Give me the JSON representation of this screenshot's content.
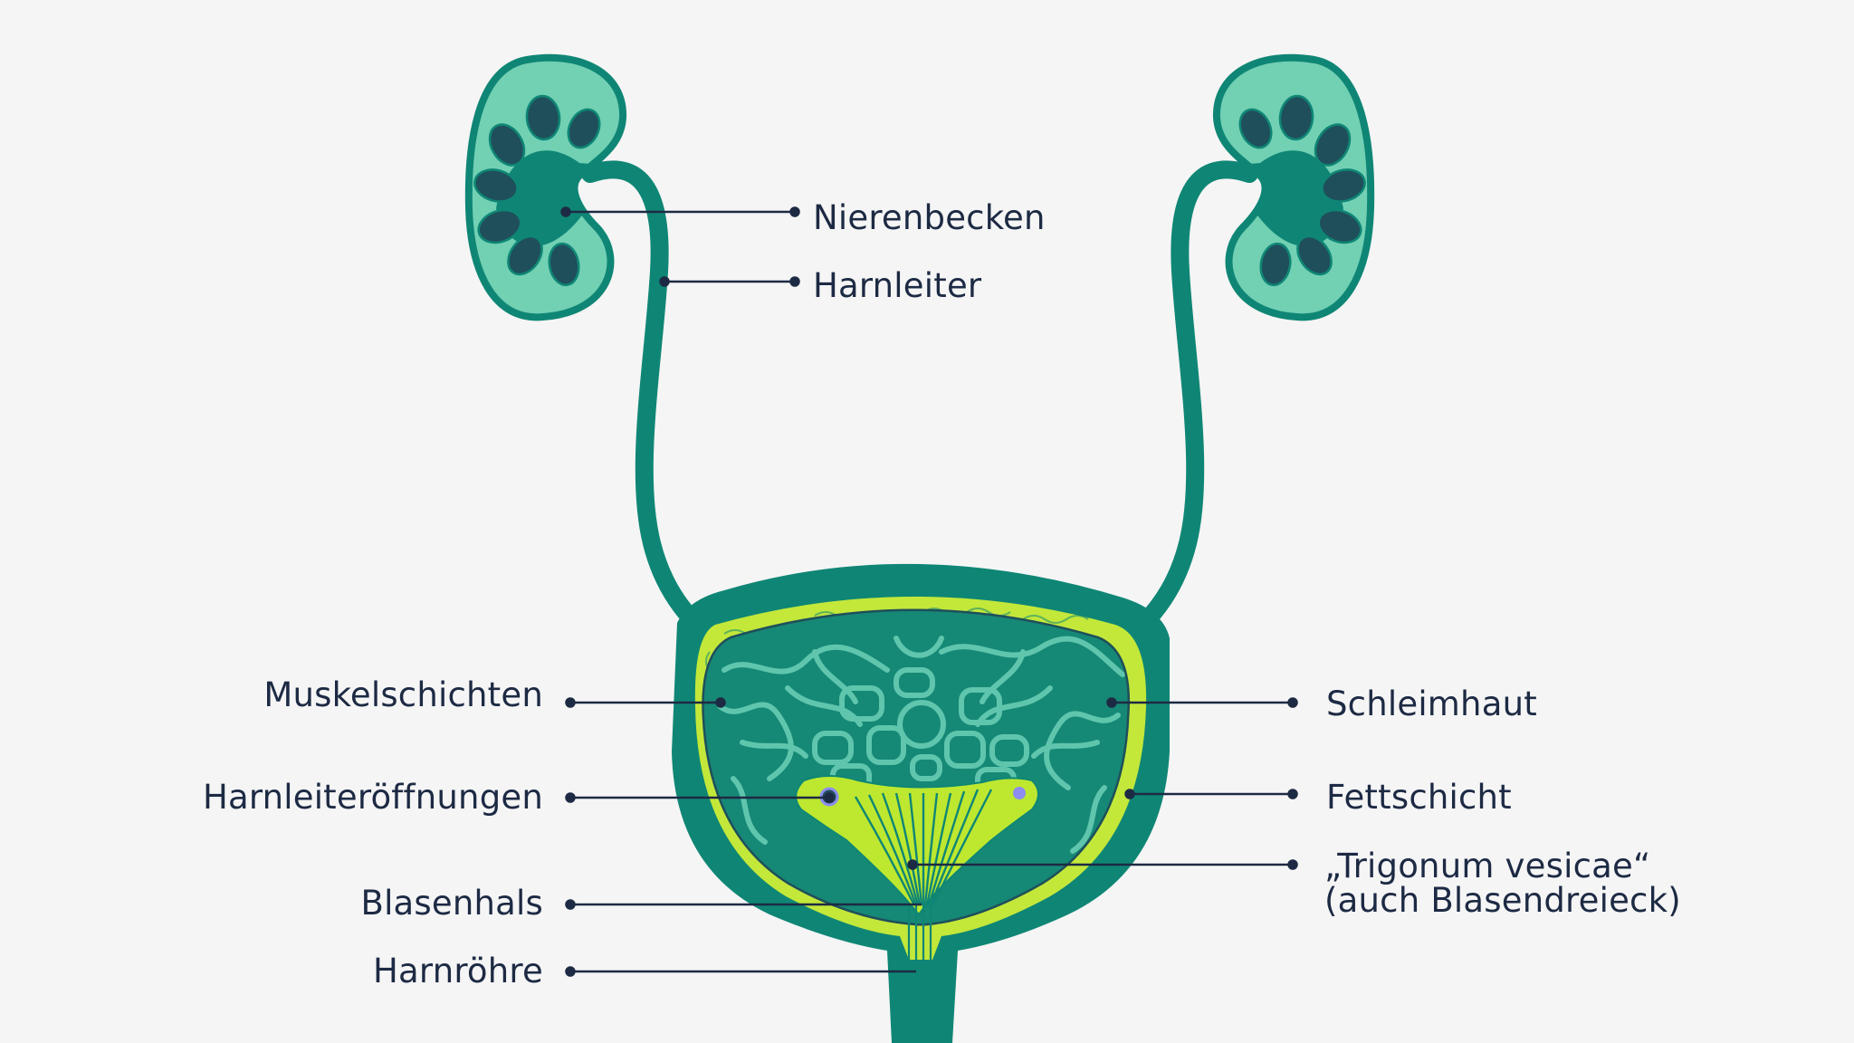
{
  "colors": {
    "background": "#f5f5f5",
    "tissue_dark": "#0f8675",
    "kidney_light": "#72d0b3",
    "calyx_dark": "#1f4f5b",
    "bladder_inner": "#168876",
    "mucosa_fold": "#5fc6ad",
    "fat_layer": "#c3e83a",
    "trigone": "#bde82f",
    "line": "#1d2a44",
    "text": "#1d2a44"
  },
  "labels": {
    "nierenbecken": "Nierenbecken",
    "harnleiter": "Harnleiter",
    "muskelschichten": "Muskelschichten",
    "harnleiteroeffnungen": "Harnleiteröffnungen",
    "blasenhals": "Blasenhals",
    "harnroehre": "Harnröhre",
    "schleimhaut": "Schleimhaut",
    "fettschicht": "Fettschicht",
    "trigonum_line1": "„Trigonum vesicae“",
    "trigonum_line2": "(auch Blasendreieck)"
  }
}
